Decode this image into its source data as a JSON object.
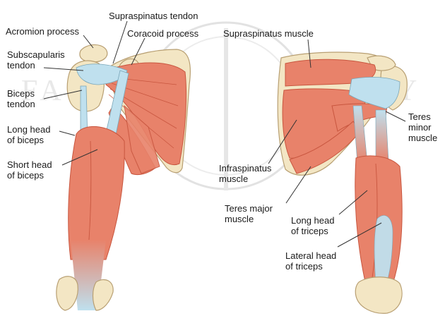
{
  "watermark": {
    "text_left": "FA",
    "text_right": "Y"
  },
  "colors": {
    "muscle": "#e8826a",
    "muscle_dark": "#c8563f",
    "bone": "#f3e6c4",
    "bone_edge": "#b89f72",
    "tendon": "#bfe0ee",
    "line": "#333333"
  },
  "labels": {
    "acromion_process": "Acromion process",
    "supraspinatus_tendon": "Supraspinatus tendon",
    "coracoid_process": "Coracoid process",
    "subscapularis_tendon": "Subscapularis\ntendon",
    "biceps_tendon": "Biceps\ntendon",
    "long_head_biceps": "Long head\nof biceps",
    "short_head_biceps": "Short head\nof biceps",
    "supraspinatus_muscle": "Supraspinatus muscle",
    "teres_minor": "Teres\nminor\nmuscle",
    "infraspinatus": "Infraspinatus\nmuscle",
    "teres_major": "Teres major\nmuscle",
    "long_head_triceps": "Long head\nof triceps",
    "lateral_head_triceps": "Lateral head\nof triceps"
  }
}
